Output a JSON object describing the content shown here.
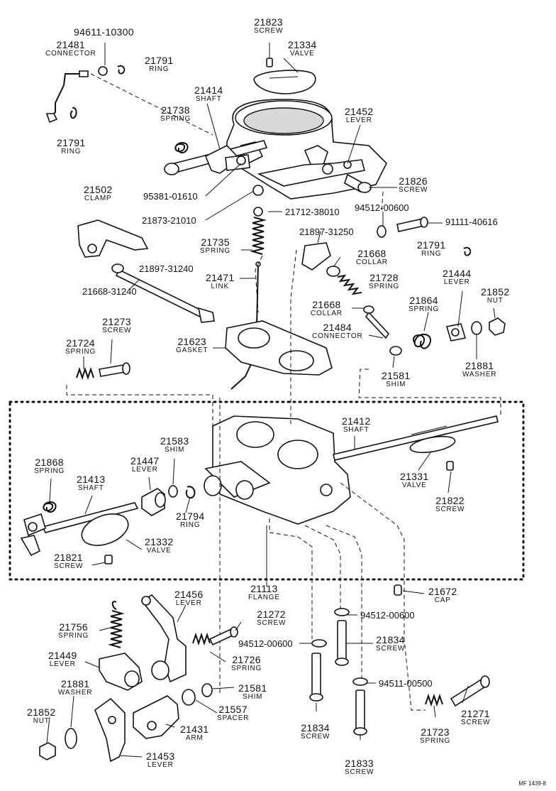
{
  "diagram": {
    "labels": {
      "l21823": {
        "num": "21823",
        "desc": "SCREW"
      },
      "l21334": {
        "num": "21334",
        "desc": "VALVE"
      },
      "l94611": {
        "num": "94611-10300",
        "desc": ""
      },
      "l21481": {
        "num": "21481",
        "desc": "CONNECTOR"
      },
      "l21791a": {
        "num": "21791",
        "desc": "RING"
      },
      "l21414": {
        "num": "21414",
        "desc": "SHAFT"
      },
      "l21452": {
        "num": "21452",
        "desc": "LEVER"
      },
      "l21738": {
        "num": "21738",
        "desc": "SPRING"
      },
      "l21791b": {
        "num": "21791",
        "desc": "RING"
      },
      "l21826": {
        "num": "21826",
        "desc": "SCREW"
      },
      "l21502": {
        "num": "21502",
        "desc": "CLAMP"
      },
      "l21735": {
        "num": "21735",
        "desc": "SPRING"
      },
      "l21668a": {
        "num": "21668",
        "desc": "COLLAR"
      },
      "l21791c": {
        "num": "21791",
        "desc": "RING"
      },
      "l21728": {
        "num": "21728",
        "desc": "SPRING"
      },
      "l21444": {
        "num": "21444",
        "desc": "LEVER"
      },
      "l21471": {
        "num": "21471",
        "desc": "LINK"
      },
      "l21852a": {
        "num": "21852",
        "desc": "NUT"
      },
      "l21668b": {
        "num": "21668",
        "desc": "COLLAR"
      },
      "l21864": {
        "num": "21864",
        "desc": "SPRING"
      },
      "l21273": {
        "num": "21273",
        "desc": "SCREW"
      },
      "l21484": {
        "num": "21484",
        "desc": "CONNECTOR"
      },
      "l21623": {
        "num": "21623",
        "desc": "GASKET"
      },
      "l21724": {
        "num": "21724",
        "desc": "SPRING"
      },
      "l21881a": {
        "num": "21881",
        "desc": "WASHER"
      },
      "l21581a": {
        "num": "21581",
        "desc": "SHIM"
      },
      "l21412": {
        "num": "21412",
        "desc": "SHAFT"
      },
      "l21583": {
        "num": "21583",
        "desc": "SHIM"
      },
      "l21868": {
        "num": "21868",
        "desc": "SPRING"
      },
      "l21447": {
        "num": "21447",
        "desc": "LEVER"
      },
      "l21413": {
        "num": "21413",
        "desc": "SHAFT"
      },
      "l21331": {
        "num": "21331",
        "desc": "VALVE"
      },
      "l21822": {
        "num": "21822",
        "desc": "SCREW"
      },
      "l21794": {
        "num": "21794",
        "desc": "RING"
      },
      "l21332": {
        "num": "21332",
        "desc": "VALVE"
      },
      "l21821": {
        "num": "21821",
        "desc": "SCREW"
      },
      "l21113": {
        "num": "21113",
        "desc": "FLANGE"
      },
      "l21672": {
        "num": "21672",
        "desc": "CAP"
      },
      "l21456": {
        "num": "21456",
        "desc": "LEVER"
      },
      "l21272": {
        "num": "21272",
        "desc": "SCREW"
      },
      "l21756": {
        "num": "21756",
        "desc": "SPRING"
      },
      "l21834a": {
        "num": "21834",
        "desc": "SCREW"
      },
      "l21449": {
        "num": "21449",
        "desc": "LEVER"
      },
      "l21726": {
        "num": "21726",
        "desc": "SPRING"
      },
      "l21881b": {
        "num": "21881",
        "desc": "WASHER"
      },
      "l21581b": {
        "num": "21581",
        "desc": "SHIM"
      },
      "l21852b": {
        "num": "21852",
        "desc": "NUT"
      },
      "l21557": {
        "num": "21557",
        "desc": "SPACER"
      },
      "l21271": {
        "num": "21271",
        "desc": "SCREW"
      },
      "l21431": {
        "num": "21431",
        "desc": "ARM"
      },
      "l21834b": {
        "num": "21834",
        "desc": "SCREW"
      },
      "l21723": {
        "num": "21723",
        "desc": "SPRING"
      },
      "l21453": {
        "num": "21453",
        "desc": "LEVER"
      },
      "l21833": {
        "num": "21833",
        "desc": "SCREW"
      }
    },
    "inline": {
      "i95381": "95381-01610",
      "i21873": "21873-21010",
      "i21712": "21712-38010",
      "i94512a": "94512-00600",
      "i91111": "91111-40616",
      "i21897a": "21897-31250",
      "i21897b": "21897-31240",
      "i21668c": "21668-31240",
      "i94512b": "94512-00600",
      "i94512c": "94512-00600",
      "i94511": "94511-00500"
    },
    "ref_code": "MF 1439-8"
  }
}
